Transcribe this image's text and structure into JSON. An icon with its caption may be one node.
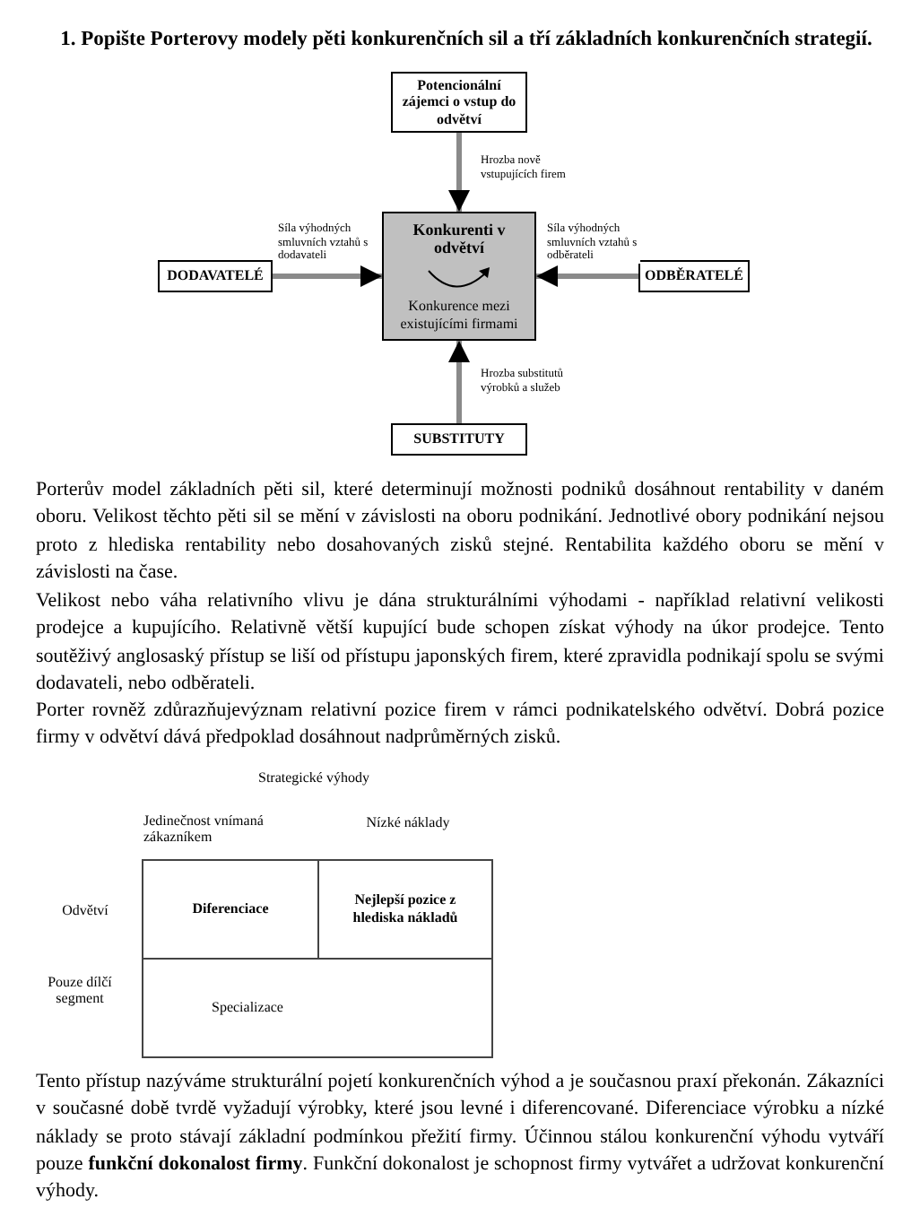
{
  "diagram": {
    "title": "1. Popište Porterovy modely pěti konkurenčních sil a tří základních konkurenčních strategií.",
    "nodes": [
      {
        "text": [
          "Potencionální zájemci o vstup do odvětví"
        ]
      },
      {
        "text": [
          "Konkurenti v odvětví",
          "Konkurence mezi existujícími firmami"
        ]
      },
      {
        "text": [
          "DODAVATELÉ"
        ]
      },
      {
        "text": [
          "ODBĚRATELÉ"
        ]
      },
      {
        "text": [
          "SUBSTITUTY"
        ]
      },
      {
        "text": [
          "Diferenciace"
        ]
      },
      {
        "text": [
          "Nejlepší pozice z hlediska nákladů"
        ]
      },
      {
        "text": [
          "Specializace"
        ]
      }
    ],
    "edges": [
      {
        "from": 0,
        "to": 1,
        "arrow": "to",
        "label": "Hrozba nově vstupujících firem"
      },
      {
        "from": 2,
        "to": 1,
        "arrow": "to",
        "label": "Síla výhodných smluvních vztahů s dodavateli"
      },
      {
        "from": 3,
        "to": 1,
        "arrow": "to",
        "label": "Síla výhodných smluvních vztahů s odběrateli"
      },
      {
        "from": 4,
        "to": 1,
        "arrow": "to",
        "label": "Hrozba substitutů výrobků a služeb"
      }
    ],
    "labels": [
      "Porterův model základních pěti sil, které determinují možnosti podniků dosáhnout rentability v daném oboru. Velikost těchto pěti sil se mění v závislosti na oboru podnikání. Jednotlivé obory podnikání nejsou proto z hlediska rentability nebo dosahovaných zisků stejné. Rentabilita každého oboru se mění v závislosti na čase.",
      "Velikost nebo váha relativního vlivu je dána strukturálními výhodami - například relativní velikosti prodejce a kupujícího. Relativně větší kupující bude schopen získat výhody na úkor prodejce. Tento soutěživý anglosaský přístup se liší od přístupu japonských firem, které zpravidla podnikají spolu se svými dodavateli, nebo odběrateli.",
      "Porter rovněž zdůrazňujevýznam relativní pozice firem v rámci podnikatelského odvětví. Dobrá pozice firmy v odvětví dává předpoklad dosáhnout nadprůměrných zisků.",
      "Strategické výhody",
      "Jedinečnost vnímaná zákazníkem",
      "Nízké náklady",
      "Odvětví",
      "Pouze dílčí segment",
      "Tento přístup nazýváme strukturální pojetí konkurenčních výhod a je současnou praxí překonán. Zákazníci v současné době tvrdě vyžadují výrobky, které jsou levné i diferencované. Diferenciace výrobku a nízké náklady se proto stávají základní podmínkou přežití firmy. Účinnou stálou konkurenční výhodu vytváří pouze **funkční dokonalost firmy**. Funkční dokonalost je schopnost firmy vytvářet a udržovat konkurenční výhody."
    ]
  }
}
